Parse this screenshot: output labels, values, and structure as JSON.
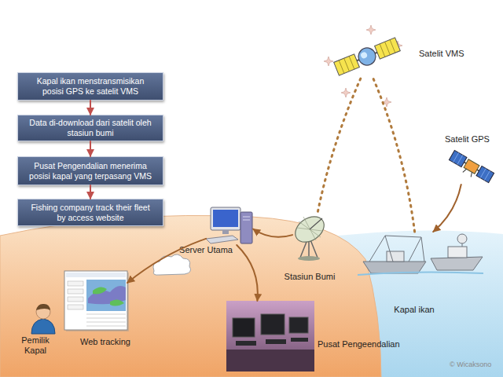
{
  "diagram": {
    "nodes": [
      {
        "text": [
          "Kapal ikan menstransmisikan posisi GPS ke satelit VMS"
        ]
      },
      {
        "text": [
          "Data di-download dari satelit oleh stasiun bumi"
        ]
      },
      {
        "text": [
          "Pusat Pengendalian menerima posisi kapal yang terpasang VMS"
        ]
      },
      {
        "text": [
          "Fishing company track their fleet by access website"
        ]
      },
      {
        "text": [
          "Satelit VMS"
        ]
      },
      {
        "text": [
          "Satelit GPS"
        ]
      },
      {
        "text": [
          "Server Utama"
        ]
      },
      {
        "text": [
          "Stasiun Bumi"
        ]
      },
      {
        "text": [
          "Kapal ikan"
        ]
      },
      {
        "text": [
          "Pemilik Kapal"
        ]
      },
      {
        "text": [
          "Web tracking"
        ]
      },
      {
        "text": [
          "Pusat Pengeendalian"
        ]
      }
    ],
    "edges": [
      {
        "from": 0,
        "to": 1,
        "arrow": "to"
      },
      {
        "from": 1,
        "to": 2,
        "arrow": "to"
      },
      {
        "from": 2,
        "to": 3,
        "arrow": "to"
      },
      {
        "from": 8,
        "to": 4,
        "arrow": "none"
      },
      {
        "from": 4,
        "to": 7,
        "arrow": "none"
      },
      {
        "from": 5,
        "to": 8,
        "arrow": "to"
      },
      {
        "from": 7,
        "to": 6,
        "arrow": "to"
      },
      {
        "from": 6,
        "to": 10,
        "arrow": "to"
      },
      {
        "from": 6,
        "to": 11,
        "arrow": "to"
      }
    ],
    "labels": [
      "© Wicaksono"
    ]
  }
}
